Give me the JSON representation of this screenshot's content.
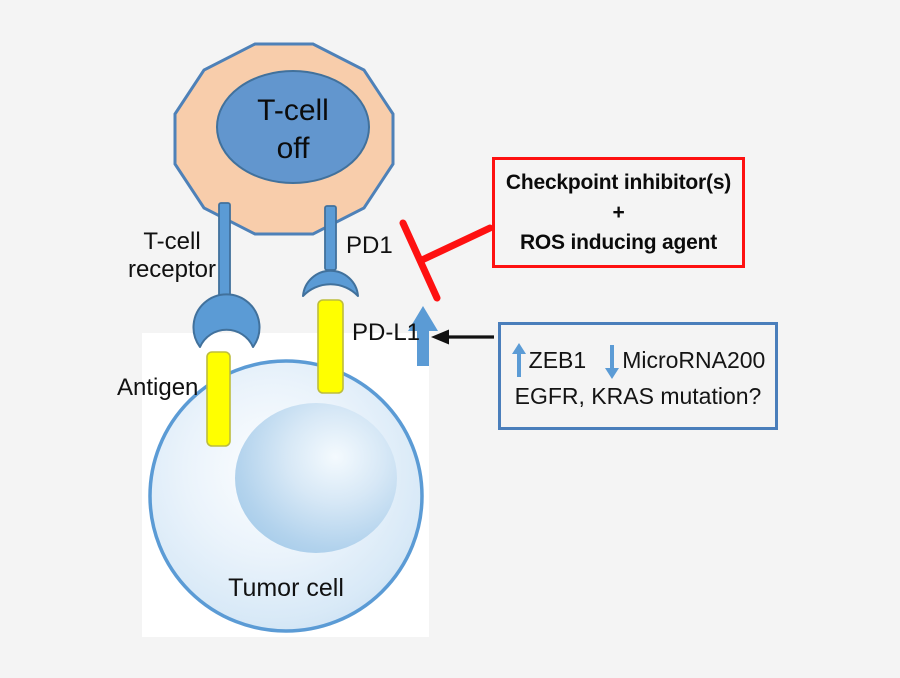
{
  "figure": {
    "background_color": "#F4F4F4",
    "t_cell": {
      "state_line1": "T-cell",
      "state_line2": "off",
      "body_color": "#F8CDAB",
      "outline_color": "#4E81B8",
      "nucleus_color": "#6296CE"
    },
    "labels": {
      "t_cell_receptor": "T-cell receptor",
      "pd1": "PD1",
      "pd_l1": "PD-L1",
      "antigen": "Antigen",
      "tumor_cell": "Tumor cell"
    },
    "colors": {
      "receptor_blue": "#5B9BD5",
      "receptor_outline": "#41719C",
      "ligand_yellow": "#FFFF00",
      "inhibition_red": "#FF1111",
      "pointer_black": "#111111",
      "tumor_cell_outline": "#5B9BD5"
    },
    "red_box": {
      "border_color": "#FF1111",
      "line1": "Checkpoint inhibitor(s)",
      "line2": "+",
      "line3": "ROS inducing agent"
    },
    "blue_box": {
      "border_color": "#4A7EBB",
      "arrow_color": "#5B9BD5",
      "zeb1_label": "ZEB1",
      "microrna_label": "MicroRNA200",
      "line2": "EGFR, KRAS mutation?"
    },
    "icons": {
      "pdl1_up_arrow": "up-arrow",
      "zeb1_up_arrow": "up-arrow",
      "microrna_down_arrow": "down-arrow",
      "inhibition_symbol": "t-bar-inhibition",
      "pointer_arrow": "left-arrow"
    }
  }
}
